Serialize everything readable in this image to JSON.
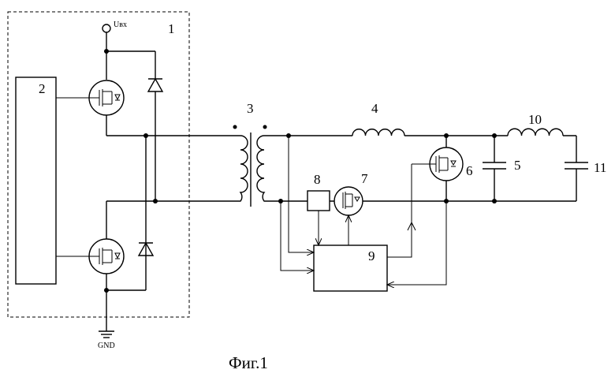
{
  "figure": {
    "caption": "Фиг.1",
    "input_label": "Uвх",
    "ground_label": "GND"
  },
  "labels": {
    "block1": "1",
    "block2": "2",
    "transformer": "3",
    "inductor4": "4",
    "capacitor5": "5",
    "transistor6": "6",
    "transistor7": "7",
    "sensor8": "8",
    "controller9": "9",
    "inductor10": "10",
    "capacitor11": "11"
  }
}
